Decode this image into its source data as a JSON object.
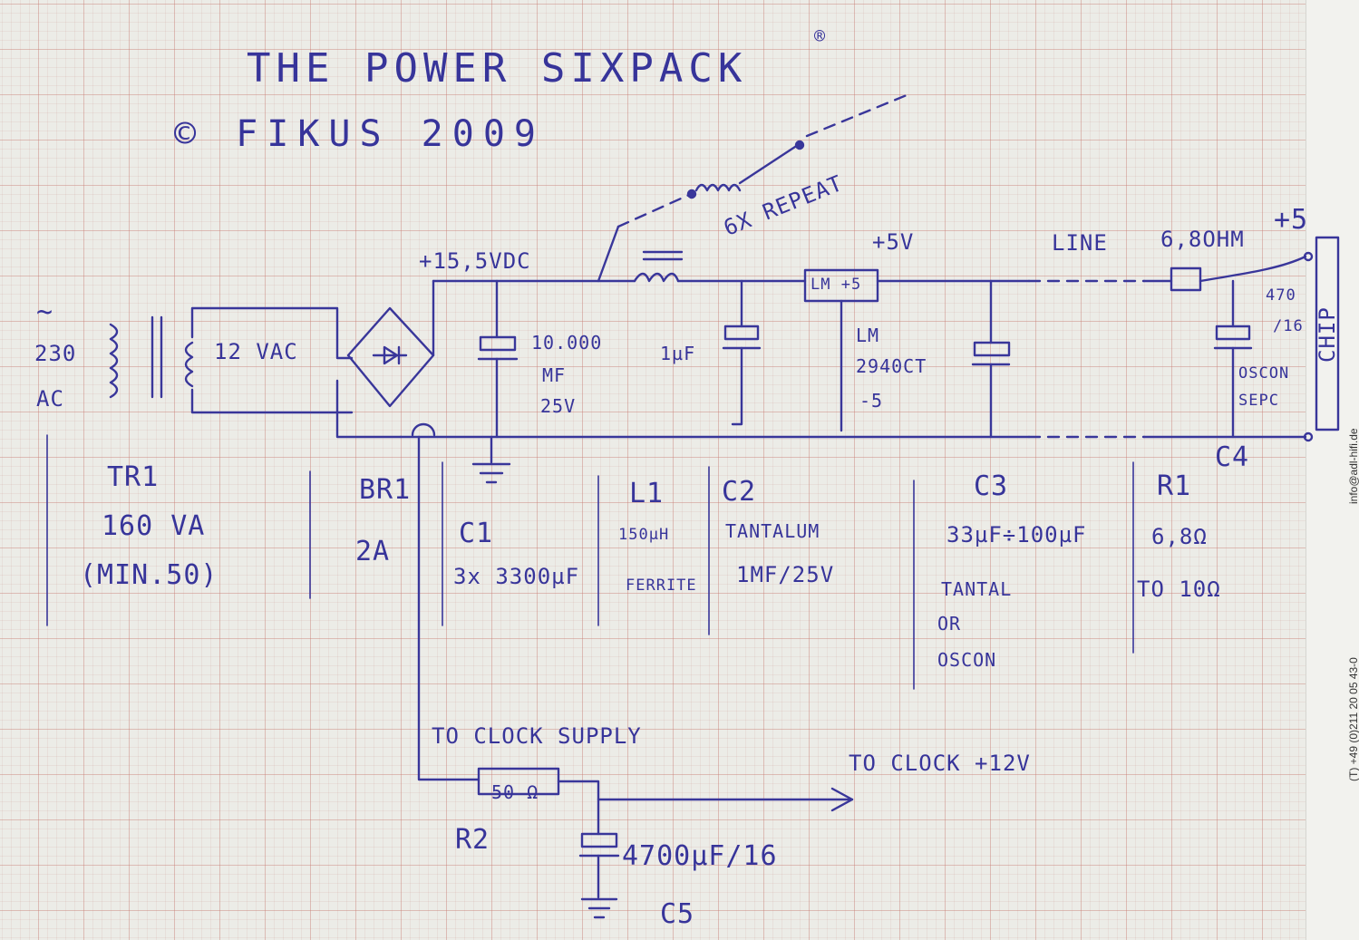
{
  "title": "THE POWER SIXPACK",
  "title_mark": "®",
  "copyright": "© FIKUS 2009",
  "repeat_note": "6X REPEAT",
  "mains": {
    "symbol": "~",
    "voltage": "230",
    "unit": "AC"
  },
  "secondary": "12 VAC",
  "rail_dc": "+15,5VDC",
  "rail_5v": "+5V",
  "line_label": "LINE",
  "line_res": "6,8OHM",
  "out_plus": "+5",
  "chip": "CHIP",
  "c1_val": [
    "10.000",
    "MF",
    "25V"
  ],
  "c2_val": "1µF",
  "reg_box": "LM +5",
  "reg_note": [
    "LM",
    "2940CT",
    "-5"
  ],
  "c4_val": [
    "470",
    "/16"
  ],
  "c4_type": [
    "OSCON",
    "SEPC"
  ],
  "parts": {
    "tr1": [
      "TR1",
      "160 VA",
      "(MIN.50)"
    ],
    "br1": [
      "BR1",
      "2A"
    ],
    "c1": [
      "C1",
      "3x 3300µF"
    ],
    "l1": [
      "L1",
      "150µH",
      "FERRITE"
    ],
    "c2": [
      "C2",
      "TANTALUM",
      "1MF/25V"
    ],
    "c3": [
      "C3",
      "33µF÷100µF",
      "TANTAL",
      "OR",
      "OSCON"
    ],
    "r1": [
      "R1",
      "6,8Ω",
      "TO 10Ω"
    ],
    "c4": "C4"
  },
  "clock": {
    "supply": "TO CLOCK SUPPLY",
    "out": "TO CLOCK +12V",
    "r2_val": "50 Ω",
    "r2": "R2",
    "c5_val": "4700µF/16",
    "c5": "C5"
  },
  "margin_text": {
    "email": "info@adl-hifi.de",
    "phone": "(T) +49 (0)211 20 05 43-0"
  },
  "colors": {
    "ink": "#39369a",
    "paper": "#ecece7",
    "grid": "#c8786e"
  }
}
